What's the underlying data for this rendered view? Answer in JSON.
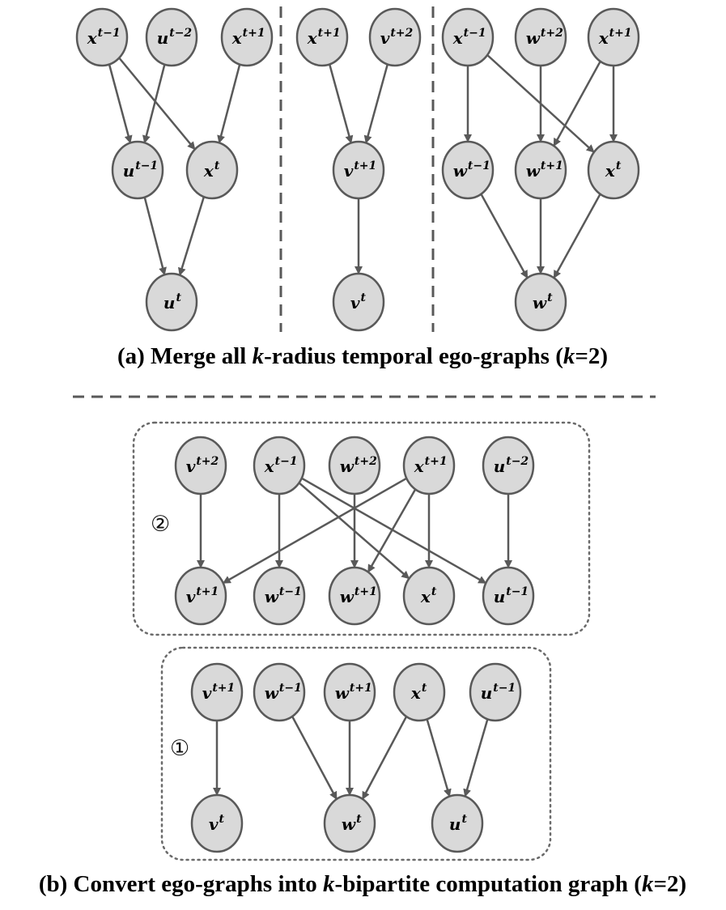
{
  "panel_a": {
    "caption": {
      "parts": [
        {
          "text": "(a) Merge all ",
          "italic": false
        },
        {
          "text": "k",
          "italic": true
        },
        {
          "text": "-radius temporal ego-graphs (",
          "italic": false
        },
        {
          "text": "k",
          "italic": true
        },
        {
          "text": "=2)",
          "italic": false
        }
      ]
    },
    "graph_u": {
      "nodes": [
        {
          "id": "a-u-x-tm1",
          "base": "x",
          "sup": "t−1"
        },
        {
          "id": "a-u-u-tm2",
          "base": "u",
          "sup": "t−2"
        },
        {
          "id": "a-u-x-tp1",
          "base": "x",
          "sup": "t+1"
        },
        {
          "id": "a-u-u-tm1",
          "base": "u",
          "sup": "t−1"
        },
        {
          "id": "a-u-x-t",
          "base": "x",
          "sup": "t"
        },
        {
          "id": "a-u-u-t",
          "base": "u",
          "sup": "t"
        }
      ],
      "edges": [
        [
          "a-u-x-tm1",
          "a-u-u-tm1"
        ],
        [
          "a-u-x-tm1",
          "a-u-x-t"
        ],
        [
          "a-u-u-tm2",
          "a-u-u-tm1"
        ],
        [
          "a-u-x-tp1",
          "a-u-x-t"
        ],
        [
          "a-u-u-tm1",
          "a-u-u-t"
        ],
        [
          "a-u-x-t",
          "a-u-u-t"
        ]
      ]
    },
    "graph_v": {
      "nodes": [
        {
          "id": "a-v-x-tp1",
          "base": "x",
          "sup": "t+1"
        },
        {
          "id": "a-v-v-tp2",
          "base": "v",
          "sup": "t+2"
        },
        {
          "id": "a-v-v-tp1",
          "base": "v",
          "sup": "t+1"
        },
        {
          "id": "a-v-v-t",
          "base": "v",
          "sup": "t"
        }
      ],
      "edges": [
        [
          "a-v-x-tp1",
          "a-v-v-tp1"
        ],
        [
          "a-v-v-tp2",
          "a-v-v-tp1"
        ],
        [
          "a-v-v-tp1",
          "a-v-v-t"
        ]
      ]
    },
    "graph_w": {
      "nodes": [
        {
          "id": "a-w-x-tm1",
          "base": "x",
          "sup": "t−1"
        },
        {
          "id": "a-w-w-tp2",
          "base": "w",
          "sup": "t+2"
        },
        {
          "id": "a-w-x-tp1",
          "base": "x",
          "sup": "t+1"
        },
        {
          "id": "a-w-w-tm1",
          "base": "w",
          "sup": "t−1"
        },
        {
          "id": "a-w-w-tp1",
          "base": "w",
          "sup": "t+1"
        },
        {
          "id": "a-w-x-t",
          "base": "x",
          "sup": "t"
        },
        {
          "id": "a-w-w-t",
          "base": "w",
          "sup": "t"
        }
      ],
      "edges": [
        [
          "a-w-x-tm1",
          "a-w-w-tm1"
        ],
        [
          "a-w-x-tm1",
          "a-w-x-t"
        ],
        [
          "a-w-w-tp2",
          "a-w-w-tp1"
        ],
        [
          "a-w-x-tp1",
          "a-w-w-tp1"
        ],
        [
          "a-w-x-tp1",
          "a-w-x-t"
        ],
        [
          "a-w-w-tm1",
          "a-w-w-t"
        ],
        [
          "a-w-w-tp1",
          "a-w-w-t"
        ],
        [
          "a-w-x-t",
          "a-w-w-t"
        ]
      ]
    }
  },
  "panel_b": {
    "caption": {
      "parts": [
        {
          "text": "(b) Convert ego-graphs into ",
          "italic": false
        },
        {
          "text": "k",
          "italic": true
        },
        {
          "text": "-bipartite computation graph (",
          "italic": false
        },
        {
          "text": "k",
          "italic": true
        },
        {
          "text": "=2)",
          "italic": false
        }
      ]
    },
    "layer_2": {
      "marker": "②",
      "nodes": [
        {
          "id": "b2-v-tp2",
          "base": "v",
          "sup": "t+2"
        },
        {
          "id": "b2-x-tm1",
          "base": "x",
          "sup": "t−1"
        },
        {
          "id": "b2-w-tp2",
          "base": "w",
          "sup": "t+2"
        },
        {
          "id": "b2-x-tp1",
          "base": "x",
          "sup": "t+1"
        },
        {
          "id": "b2-u-tm2",
          "base": "u",
          "sup": "t−2"
        },
        {
          "id": "b2-v-tp1",
          "base": "v",
          "sup": "t+1"
        },
        {
          "id": "b2-w-tm1",
          "base": "w",
          "sup": "t−1"
        },
        {
          "id": "b2-w-tp1",
          "base": "w",
          "sup": "t+1"
        },
        {
          "id": "b2-x-t",
          "base": "x",
          "sup": "t"
        },
        {
          "id": "b2-u-tm1",
          "base": "u",
          "sup": "t−1"
        }
      ],
      "edges": [
        [
          "b2-v-tp2",
          "b2-v-tp1"
        ],
        [
          "b2-x-tm1",
          "b2-w-tm1"
        ],
        [
          "b2-x-tm1",
          "b2-x-t"
        ],
        [
          "b2-x-tm1",
          "b2-u-tm1"
        ],
        [
          "b2-w-tp2",
          "b2-w-tp1"
        ],
        [
          "b2-x-tp1",
          "b2-v-tp1"
        ],
        [
          "b2-x-tp1",
          "b2-w-tp1"
        ],
        [
          "b2-x-tp1",
          "b2-x-t"
        ],
        [
          "b2-u-tm2",
          "b2-u-tm1"
        ]
      ]
    },
    "layer_1": {
      "marker": "①",
      "nodes": [
        {
          "id": "b1-v-tp1",
          "base": "v",
          "sup": "t+1"
        },
        {
          "id": "b1-w-tm1",
          "base": "w",
          "sup": "t−1"
        },
        {
          "id": "b1-w-tp1",
          "base": "w",
          "sup": "t+1"
        },
        {
          "id": "b1-x-t",
          "base": "x",
          "sup": "t"
        },
        {
          "id": "b1-u-tm1",
          "base": "u",
          "sup": "t−1"
        },
        {
          "id": "b1-v-t",
          "base": "v",
          "sup": "t"
        },
        {
          "id": "b1-w-t",
          "base": "w",
          "sup": "t"
        },
        {
          "id": "b1-u-t",
          "base": "u",
          "sup": "t"
        }
      ],
      "edges": [
        [
          "b1-v-tp1",
          "b1-v-t"
        ],
        [
          "b1-w-tm1",
          "b1-w-t"
        ],
        [
          "b1-w-tp1",
          "b1-w-t"
        ],
        [
          "b1-x-t",
          "b1-w-t"
        ],
        [
          "b1-x-t",
          "b1-u-t"
        ],
        [
          "b1-u-tm1",
          "b1-u-t"
        ]
      ]
    }
  },
  "colors": {
    "node_fill": "#d9d9d9",
    "node_stroke": "#595959",
    "edge": "#595959",
    "separator": "#595959"
  }
}
